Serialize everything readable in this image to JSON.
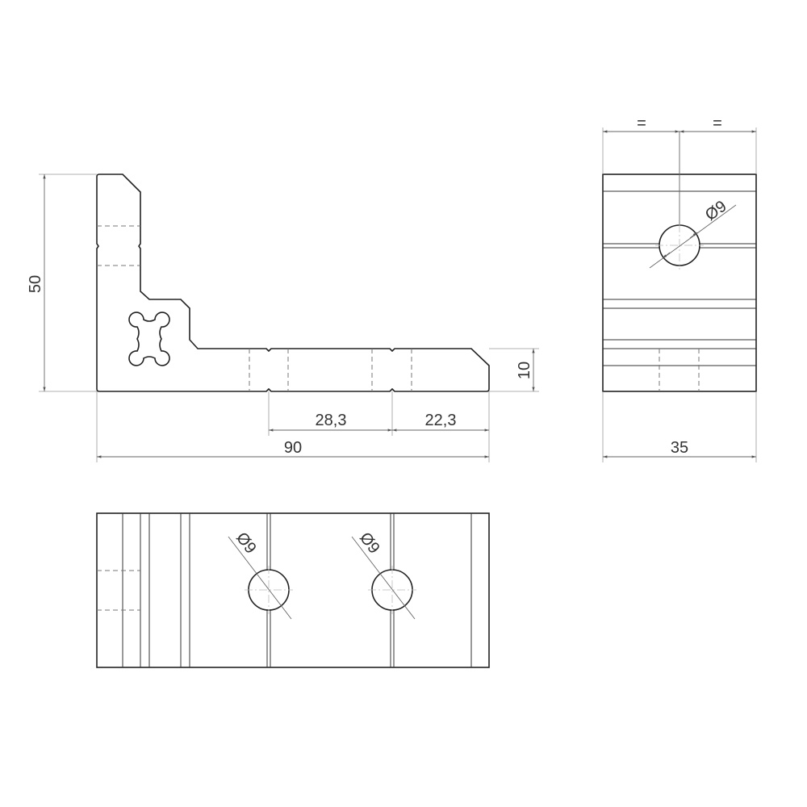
{
  "drawing": {
    "front_view": {
      "height_dim": "50",
      "leg_thickness_dim": "10",
      "hole_spacing_dim": "28,3",
      "hole_edge_dim": "22,3",
      "length_dim": "90"
    },
    "side_view": {
      "equal_left": "=",
      "equal_right": "=",
      "hole_dia": "Ø9",
      "width_dim": "35"
    },
    "top_view": {
      "hole1_dia": "Ø9",
      "hole2_dia": "Ø9"
    }
  }
}
